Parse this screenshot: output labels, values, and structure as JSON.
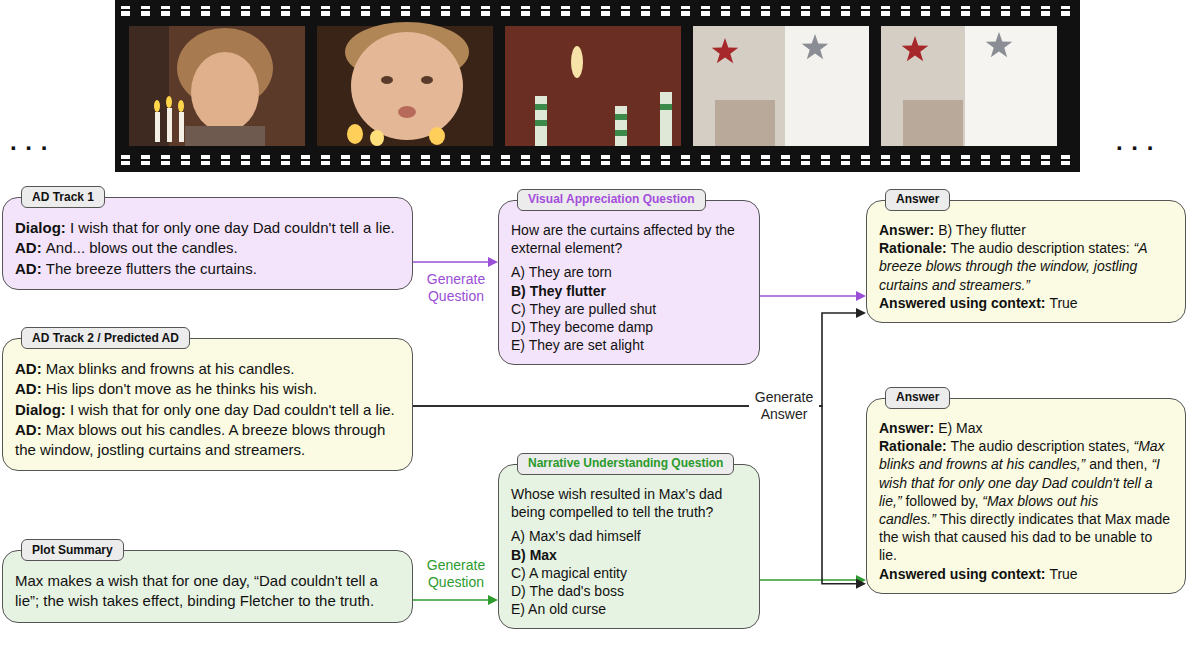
{
  "diagram": {
    "nodes": [
      {
        "text": [
          "AD Track 1",
          "Dialog:",
          "I wish that for only one day Dad couldn't tell a lie.",
          "AD:",
          "And... blows out the candles.",
          "AD:",
          "The breeze flutters the curtains."
        ]
      },
      {
        "text": [
          "AD Track 2 / Predicted AD",
          "AD:",
          "Max blinks and frowns at his candles.",
          "AD:",
          "His lips don't move as he thinks his wish.",
          "Dialog:",
          "I wish that for only one day Dad couldn't tell a lie.",
          "AD:",
          "Max blows out his candles. A breeze blows through the window, jostling curtains and streamers."
        ]
      },
      {
        "text": [
          "Plot Summary",
          "Max makes a wish that for one day, “Dad couldn't tell a lie”; the wish takes effect, binding Fletcher to the truth."
        ]
      },
      {
        "text": [
          "Visual Appreciation Question",
          "How are the curtains affected by the external element?",
          "A) They are torn",
          "B) They flutter",
          "C) They are pulled shut",
          "D) They become damp",
          "E) They are set alight"
        ]
      },
      {
        "text": [
          "Narrative Understanding Question",
          "Whose wish resulted in Max’s dad being compelled to tell the truth?",
          "A) Max’s dad himself",
          "B) Max",
          "C) A magical entity",
          "D) The dad's boss",
          "E) An old curse"
        ]
      },
      {
        "text": [
          "Answer",
          "Answer:",
          "B) They flutter",
          "Rationale:",
          "The audio description states:",
          "“A breeze blows through the window, jostling curtains and streamers.”",
          "Answered using context:",
          "True"
        ]
      },
      {
        "text": [
          "Answer",
          "Answer:",
          "E) Max",
          "Rationale:",
          "The audio description states,",
          "“Max blinks and frowns at his candles,”",
          "and then,",
          "“I wish that for only one day Dad couldn't tell a lie,”",
          "followed by,",
          "“Max blows out his candles.”",
          "This directly indicates that Max made the wish that caused his dad to be unable to lie.",
          "Answered using context:",
          "True"
        ]
      }
    ],
    "edges": [
      {
        "from": 0,
        "to": 3,
        "arrow": "to",
        "label": "Generate Question"
      },
      {
        "from": 2,
        "to": 4,
        "arrow": "to",
        "label": "Generate Question"
      },
      {
        "from": 3,
        "to": 5,
        "arrow": "to"
      },
      {
        "from": 4,
        "to": 6,
        "arrow": "to"
      },
      {
        "from": 1,
        "to": 5,
        "arrow": "to",
        "label": "Generate Answer"
      },
      {
        "from": 1,
        "to": 6,
        "arrow": "to"
      }
    ],
    "labels": [
      ". . .",
      ". . ."
    ]
  }
}
